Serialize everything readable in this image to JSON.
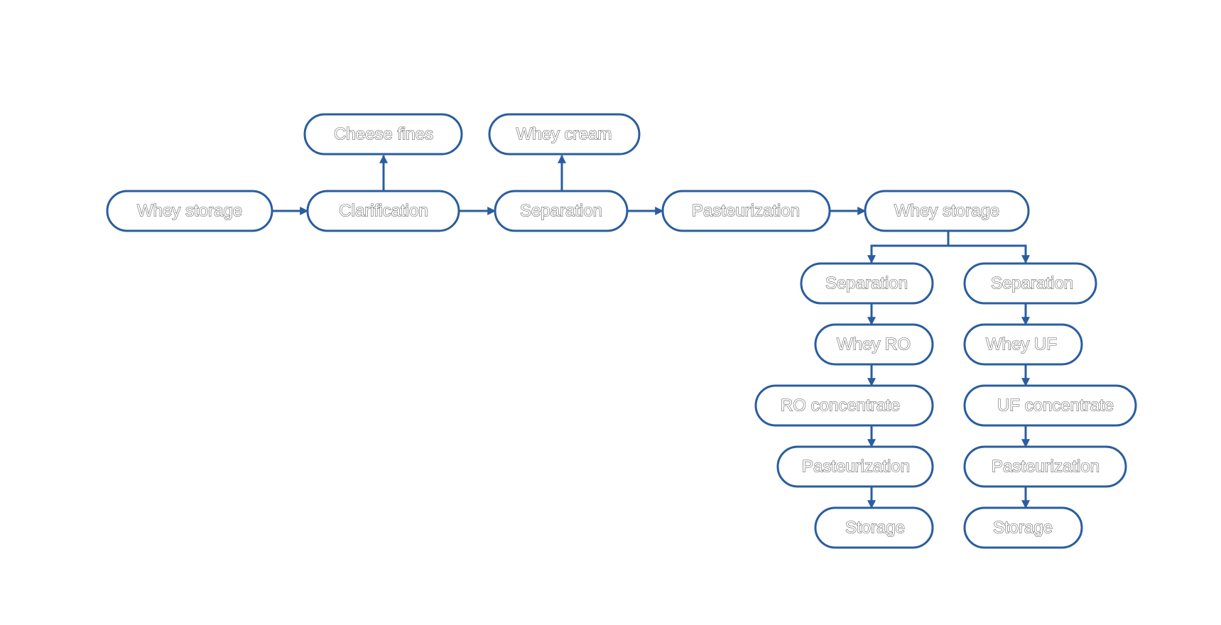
{
  "colors": {
    "stroke": "#2a5d9f",
    "node_fill": "#ffffff",
    "text_outline": "#555555"
  },
  "nodes": {
    "whey_storage_1": "Whey storage",
    "clarification": "Clarification",
    "cheese_fines": "Cheese fines",
    "separation_1": "Separation",
    "whey_cream": "Whey cream",
    "pasteurization_1": "Pasteurization",
    "whey_storage_2": "Whey storage",
    "separation_left": "Separation",
    "whey_ro": "Whey RO",
    "ro_concentrate": "RO concentrate",
    "pasteurization_left": "Pasteurization",
    "storage_left": "Storage",
    "separation_right": "Separation",
    "whey_uf": "Whey UF",
    "uf_concentrate": "UF concentrate",
    "pasteurization_right": "Pasteurization",
    "storage_right": "Storage"
  },
  "edges": [
    {
      "from": "whey_storage_1",
      "to": "clarification"
    },
    {
      "from": "clarification",
      "to": "cheese_fines"
    },
    {
      "from": "clarification",
      "to": "separation_1"
    },
    {
      "from": "separation_1",
      "to": "whey_cream"
    },
    {
      "from": "separation_1",
      "to": "pasteurization_1"
    },
    {
      "from": "pasteurization_1",
      "to": "whey_storage_2"
    },
    {
      "from": "whey_storage_2",
      "to": "separation_left"
    },
    {
      "from": "whey_storage_2",
      "to": "separation_right"
    },
    {
      "from": "separation_left",
      "to": "whey_ro"
    },
    {
      "from": "whey_ro",
      "to": "ro_concentrate"
    },
    {
      "from": "ro_concentrate",
      "to": "pasteurization_left"
    },
    {
      "from": "pasteurization_left",
      "to": "storage_left"
    },
    {
      "from": "separation_right",
      "to": "whey_uf"
    },
    {
      "from": "whey_uf",
      "to": "uf_concentrate"
    },
    {
      "from": "uf_concentrate",
      "to": "pasteurization_right"
    },
    {
      "from": "pasteurization_right",
      "to": "storage_right"
    }
  ]
}
